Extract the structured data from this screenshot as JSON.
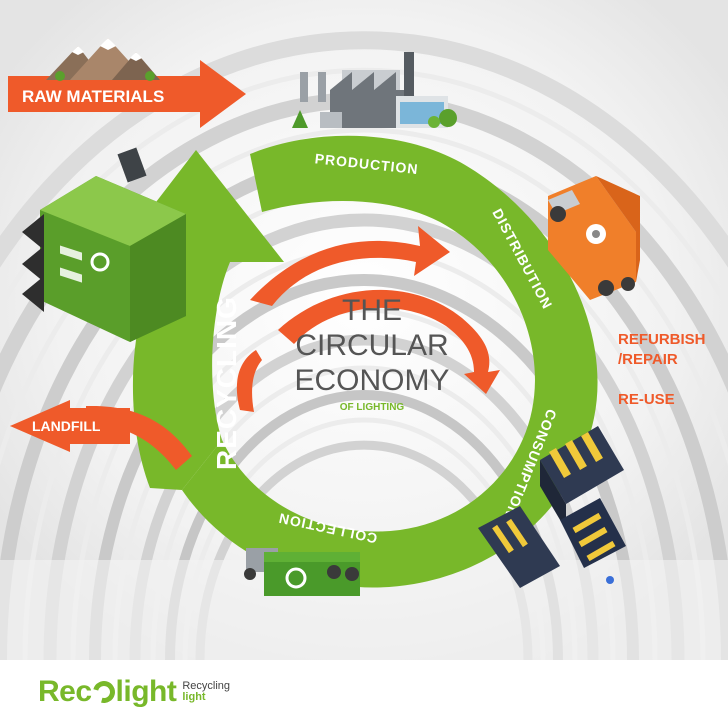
{
  "diagram": {
    "center_title": [
      "THE",
      "CIRCULAR",
      "ECONOMY"
    ],
    "center_subtitle": "OF LIGHTING",
    "stages": {
      "production": "PRODUCTION",
      "distribution": "DISTRIBUTION",
      "consumption": "CONSUMPTION",
      "collection": "COLLECTION",
      "recycling": "RECYCLING"
    },
    "inputs": {
      "raw_materials": "RAW MATERIALS"
    },
    "outputs": {
      "landfill": "LANDFILL"
    },
    "loops": {
      "refurbish_line1": "REFURBISH",
      "refurbish_line2": "/REPAIR",
      "reuse": "RE-USE"
    }
  },
  "branding": {
    "logo_part1": "Rec",
    "logo_part2": "light",
    "tagline_1": "Recycling",
    "tagline_2": "light"
  },
  "colors": {
    "green": "#78b82a",
    "orange": "#ef5a2a",
    "text_gray": "#555555",
    "truck_orange": "#f07f2a"
  },
  "icons": [
    "mountains-icon",
    "factory-icon",
    "delivery-truck-icon",
    "recycling-plant-icon",
    "collection-truck-icon",
    "lamp-bulbs-icon"
  ]
}
